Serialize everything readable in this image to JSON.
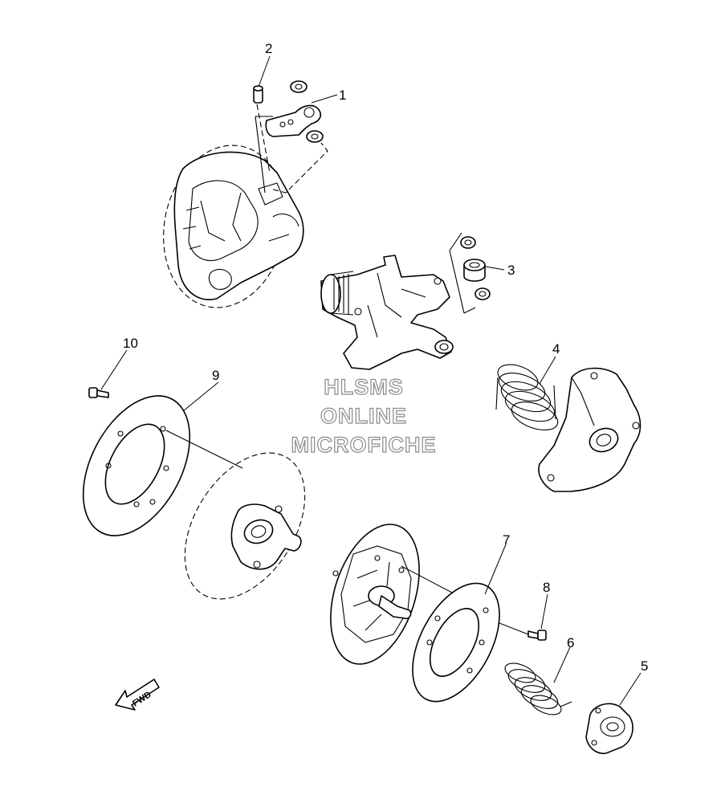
{
  "diagram": {
    "callouts": [
      {
        "id": "1",
        "label": "1"
      },
      {
        "id": "2",
        "label": "2"
      },
      {
        "id": "3",
        "label": "3"
      },
      {
        "id": "4",
        "label": "4"
      },
      {
        "id": "5",
        "label": "5"
      },
      {
        "id": "6",
        "label": "6"
      },
      {
        "id": "7",
        "label": "7"
      },
      {
        "id": "8",
        "label": "8"
      },
      {
        "id": "9",
        "label": "9"
      },
      {
        "id": "10",
        "label": "10"
      }
    ],
    "watermark": {
      "line1": "HLSMS",
      "line2": "ONLINE",
      "line3": "MICROFICHE"
    },
    "direction_arrow": {
      "label": "FWD"
    }
  }
}
